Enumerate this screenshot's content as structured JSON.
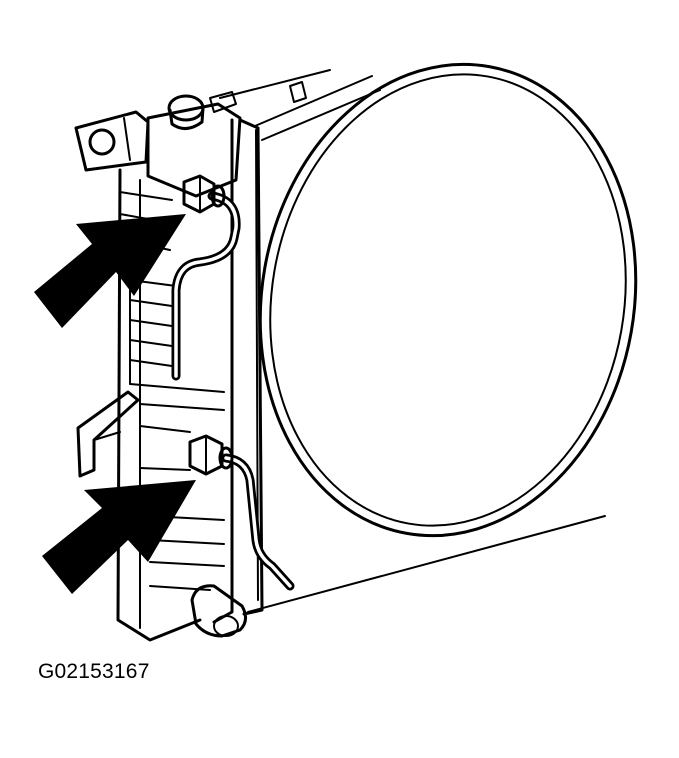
{
  "figure": {
    "code": "G02153167"
  },
  "colors": {
    "ink": "#000000",
    "paper": "#ffffff"
  },
  "parts": [
    "radiator-core",
    "radiator-filler-cap",
    "fan-shroud",
    "upper-transmission-cooler-line-fitting",
    "lower-transmission-cooler-line-fitting",
    "upper-transmission-cooler-line",
    "lower-transmission-cooler-line",
    "drain-petcock",
    "mounting-bracket-top",
    "mounting-bracket-side"
  ],
  "callouts": [
    {
      "id": "upper-arrow",
      "points_to": "upper-transmission-cooler-line-fitting"
    },
    {
      "id": "lower-arrow",
      "points_to": "lower-transmission-cooler-line-fitting"
    }
  ]
}
